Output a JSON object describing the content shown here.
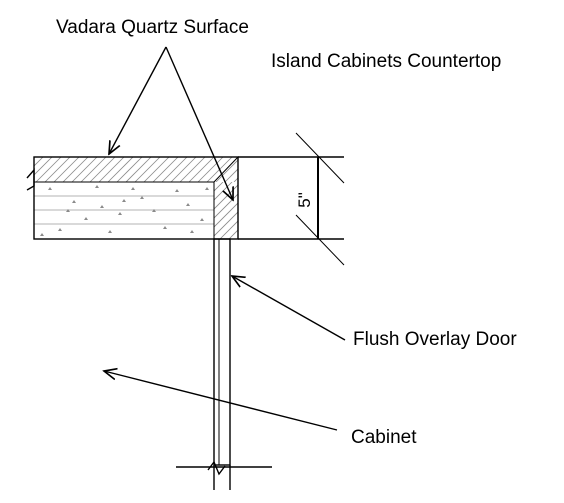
{
  "labels": {
    "vadara": "Vadara Quartz Surface",
    "island": "Island Cabinets Countertop",
    "flush_door": "Flush Overlay Door",
    "cabinet": "Cabinet"
  },
  "dimension": {
    "thickness": "5\""
  },
  "colors": {
    "line": "#000000",
    "hatch": "#8a8a8a",
    "background": "#ffffff"
  }
}
